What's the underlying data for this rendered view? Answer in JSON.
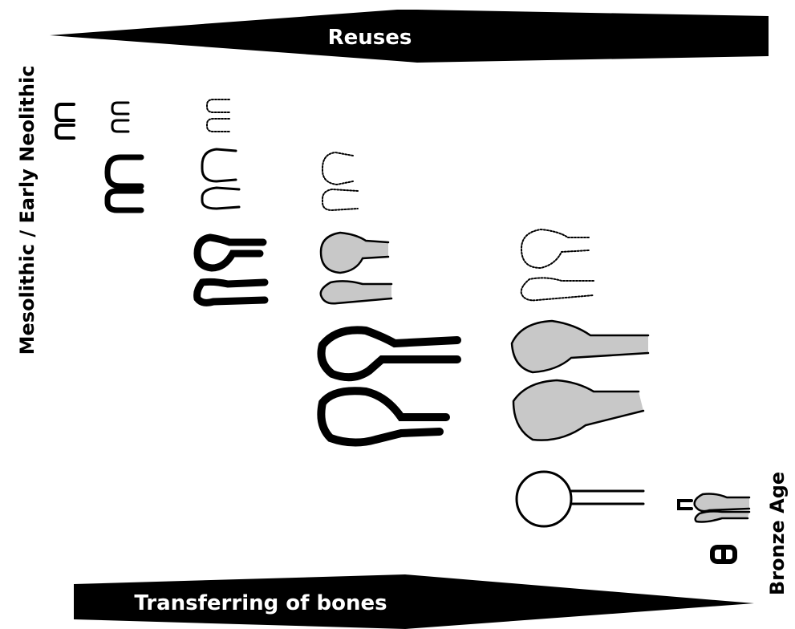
{
  "top_arrow": {
    "label": "Reuses"
  },
  "bottom_arrow": {
    "label": "Transferring of bones"
  },
  "left_label": "Mesolithic / Early Neolithic",
  "right_label": "Bronze Age",
  "colors": {
    "ink": "#000000",
    "stone_fill": "#c8c8c8",
    "background": "#ffffff"
  }
}
